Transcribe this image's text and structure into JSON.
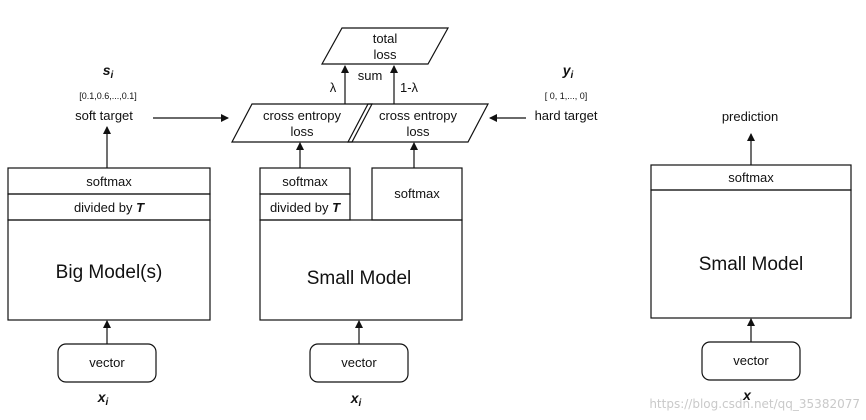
{
  "teacher": {
    "soft_target_label": "soft target",
    "soft_target_vector": "[0.1,0.6,...,0.1]",
    "s_symbol": "s",
    "i_sub": "i",
    "softmax_label": "softmax",
    "divided_label": "divided by ",
    "T_symbol": "T",
    "model_label": "Big Model(s)",
    "input_label": "vector",
    "x_symbol": "x"
  },
  "student": {
    "softmax_left": "softmax",
    "divided_label": "divided by ",
    "T_symbol": "T",
    "softmax_right": "softmax",
    "model_label": "Small Model",
    "input_label": "vector",
    "x_symbol": "x",
    "i_sub": "i"
  },
  "loss": {
    "ce_left_line1": "cross entropy",
    "ce_left_line2": "loss",
    "ce_right_line1": "cross entropy",
    "ce_right_line2": "loss",
    "total_line1": "total",
    "total_line2": "loss",
    "sum_label": "sum",
    "lambda_label": "λ",
    "one_minus_lambda_label": "1-λ"
  },
  "hard": {
    "y_symbol": "y",
    "i_sub": "i",
    "vector": "[ 0,  1,...,  0]",
    "label": "hard target"
  },
  "inference": {
    "prediction_label": "prediction",
    "softmax_label": "softmax",
    "model_label": "Small Model",
    "input_label": "vector",
    "x_symbol": "x"
  },
  "watermark": "https://blog.csdn.net/qq_35382077"
}
